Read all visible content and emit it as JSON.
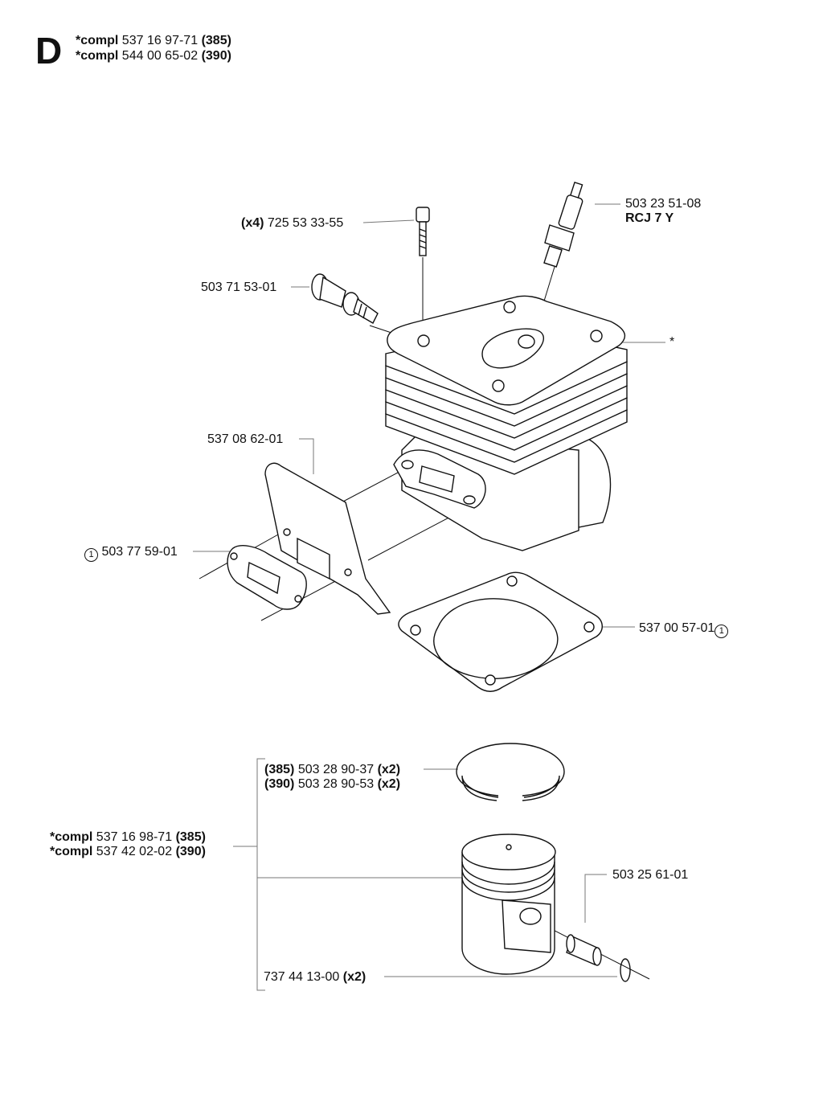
{
  "section": "D",
  "header": [
    {
      "prefix": "*compl",
      "number": "537 16 97-71",
      "model": "(385)"
    },
    {
      "prefix": "*compl",
      "number": "544 00 65-02",
      "model": "(390)"
    }
  ],
  "labels": {
    "screw": {
      "qty": "(x4)",
      "number": "725 53 33-55"
    },
    "decomp_valve": {
      "number": "503 71 53-01"
    },
    "spark_plug": {
      "number": "503 23 51-08",
      "type": "RCJ 7 Y"
    },
    "cylinder": {
      "number": "*"
    },
    "heat_shield": {
      "number": "537 08 62-01"
    },
    "exhaust_gasket": {
      "marker": "1",
      "number": "503 77 59-01"
    },
    "cylinder_gasket": {
      "number": "537 00 57-01",
      "marker": "1"
    },
    "ring_385": {
      "model": "(385)",
      "number": "503 28 90-37",
      "qty": "(x2)"
    },
    "ring_390": {
      "model": "(390)",
      "number": "503 28 90-53",
      "qty": "(x2)"
    },
    "piston_385": {
      "prefix": "*compl",
      "number": "537 16 98-71",
      "model": "(385)"
    },
    "piston_390": {
      "prefix": "*compl",
      "number": "537 42 02-02",
      "model": "(390)"
    },
    "needle_bearing": {
      "number": "503 25 61-01"
    },
    "circlip": {
      "number": "737 44 13-00",
      "qty": "(x2)"
    }
  },
  "icons": [
    "cylinder-drawing",
    "spark-plug-drawing",
    "screw-drawing",
    "decompression-valve-drawing",
    "heat-shield-drawing",
    "exhaust-gasket-drawing",
    "cylinder-gasket-drawing",
    "piston-ring-drawing",
    "piston-drawing",
    "needle-bearing-drawing",
    "circlip-drawing"
  ]
}
